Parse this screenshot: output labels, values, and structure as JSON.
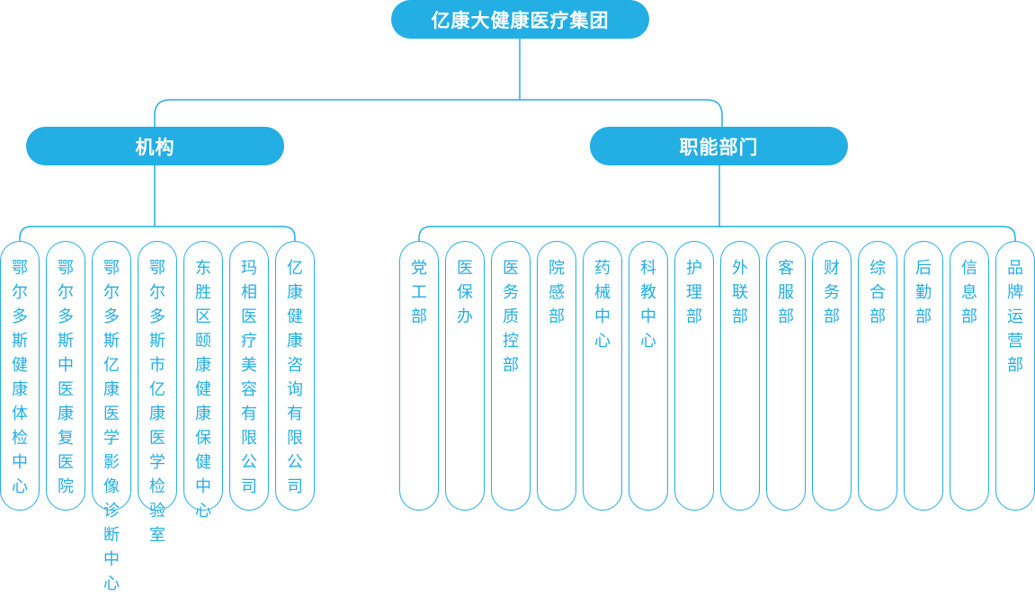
{
  "root": {
    "label": "亿康大健康医疗集团"
  },
  "branches": [
    {
      "label": "机构",
      "items": [
        "鄂尔多斯健康体检中心",
        "鄂尔多斯中医康复医院",
        "鄂尔多斯亿康医学影像诊断中心",
        "鄂尔多斯市亿康医学检验室",
        "东胜区颐康健康保健中心",
        "玛相医疗美容有限公司",
        "亿康健康咨询有限公司"
      ]
    },
    {
      "label": "职能部门",
      "items": [
        "党工部",
        "医保办",
        "医务质控部",
        "院感部",
        "药械中心",
        "科教中心",
        "护理部",
        "外联部",
        "客服部",
        "财务部",
        "综合部",
        "后勤部",
        "信息部",
        "品牌运营部"
      ]
    }
  ],
  "colors": {
    "accent": "#23aee4",
    "text_on_accent": "#ffffff",
    "background": "#ffffff"
  }
}
